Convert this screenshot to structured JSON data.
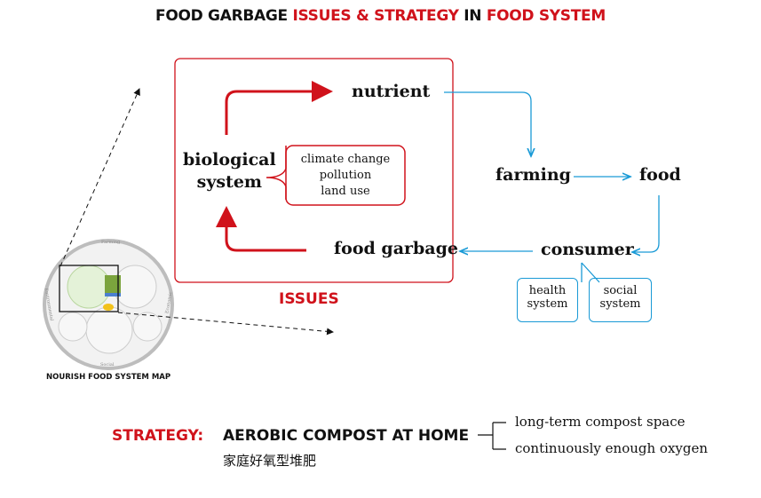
{
  "title": {
    "part1": "FOOD GARBAGE ",
    "part2": "ISSUES & STRATEGY",
    "part3": " IN ",
    "part4": "FOOD SYSTEM"
  },
  "nodes": {
    "nutrient": "nutrient",
    "biological_system_line1": "biological",
    "biological_system_line2": "system",
    "food_garbage": "food garbage",
    "farming": "farming",
    "food": "food",
    "consumer": "consumer"
  },
  "issues_box": {
    "items": [
      "climate change",
      "pollution",
      "land use"
    ],
    "label": "ISSUES"
  },
  "consumer_impacts": [
    {
      "line1": "health",
      "line2": "system"
    },
    {
      "line1": "social",
      "line2": "system"
    }
  ],
  "map": {
    "caption": "NOURISH FOOD SYSTEM MAP",
    "ring_labels": {
      "top": "Farming",
      "left": "Environmental",
      "right": "Economic",
      "bottom": "Social"
    }
  },
  "strategy": {
    "label": "STRATEGY:",
    "title": "AEROBIC COMPOST AT HOME",
    "subtitle_cn": "家庭好氧型堆肥",
    "options": [
      "long-term compost space",
      "continuously enough oxygen"
    ]
  },
  "colors": {
    "red": "#d0121b",
    "blue": "#1a9ad6"
  }
}
